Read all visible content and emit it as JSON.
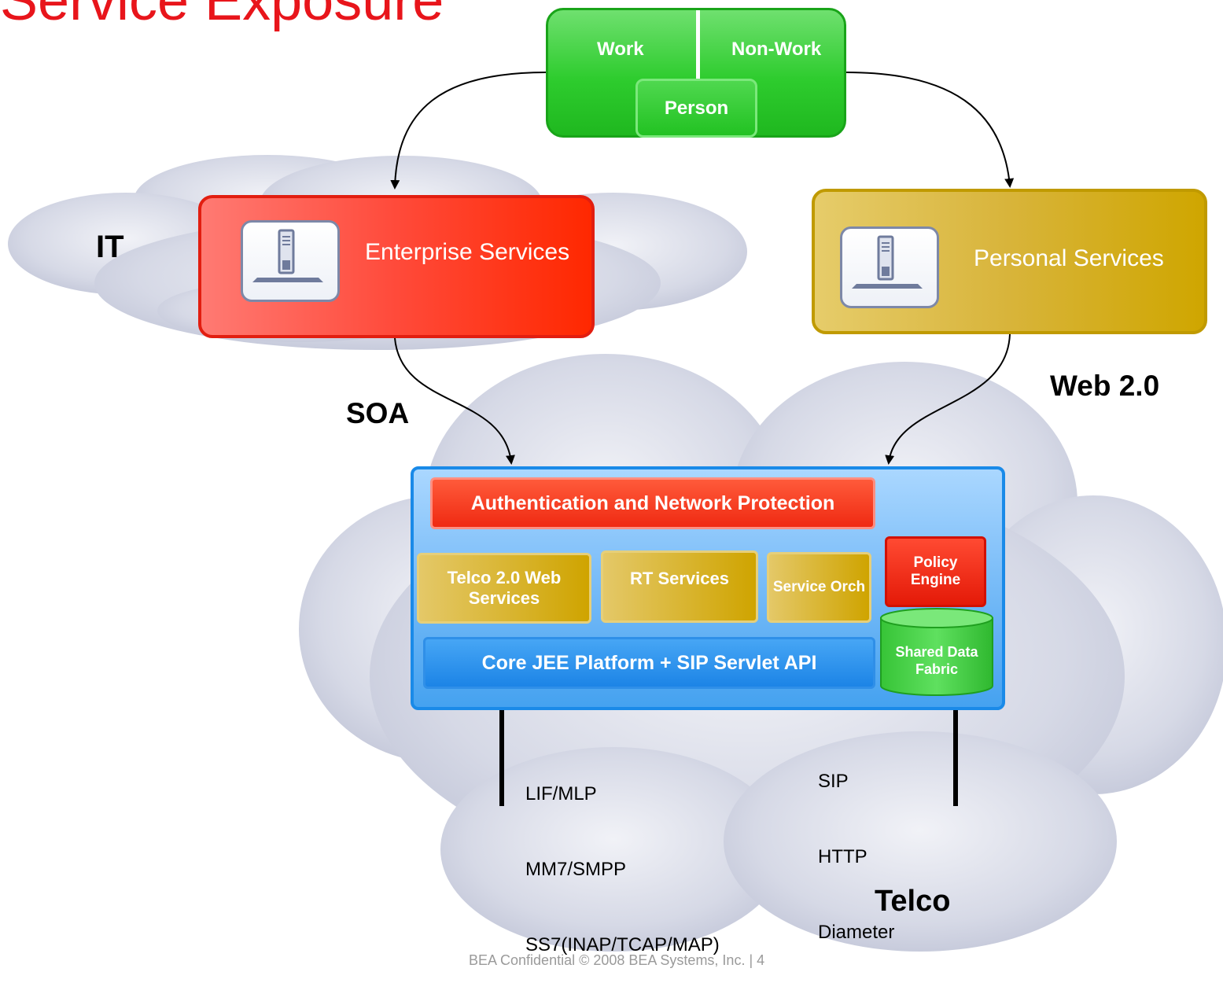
{
  "title": "Service Exposure",
  "person_box": {
    "work": "Work",
    "non_work": "Non-Work",
    "person": "Person"
  },
  "clouds": {
    "it": "IT",
    "telco": "Telco"
  },
  "services": {
    "enterprise": "Enterprise Services",
    "personal": "Personal Services"
  },
  "connectors": {
    "soa": "SOA",
    "web20": "Web 2.0"
  },
  "platform": {
    "auth": "Authentication and Network Protection",
    "telco_web": "Telco 2.0 Web Services",
    "rt": "RT Services",
    "orch": "Service Orch",
    "policy": "Policy Engine",
    "shared": "Shared Data Fabric",
    "core": "Core JEE Platform + SIP Servlet API"
  },
  "protocols": {
    "left": [
      "LIF/MLP",
      "MM7/SMPP",
      "SS7(INAP/TCAP/MAP)"
    ],
    "right": [
      "SIP",
      "HTTP",
      "Diameter"
    ]
  },
  "footer": "BEA Confidential  © 2008 BEA Systems, Inc.  |  4",
  "colors": {
    "title": "#e8151b",
    "person_green": "#2ecc2e",
    "enterprise_red": "#ff2800",
    "personal_gold": "#cfa600",
    "platform_blue": "#45a2f0"
  }
}
